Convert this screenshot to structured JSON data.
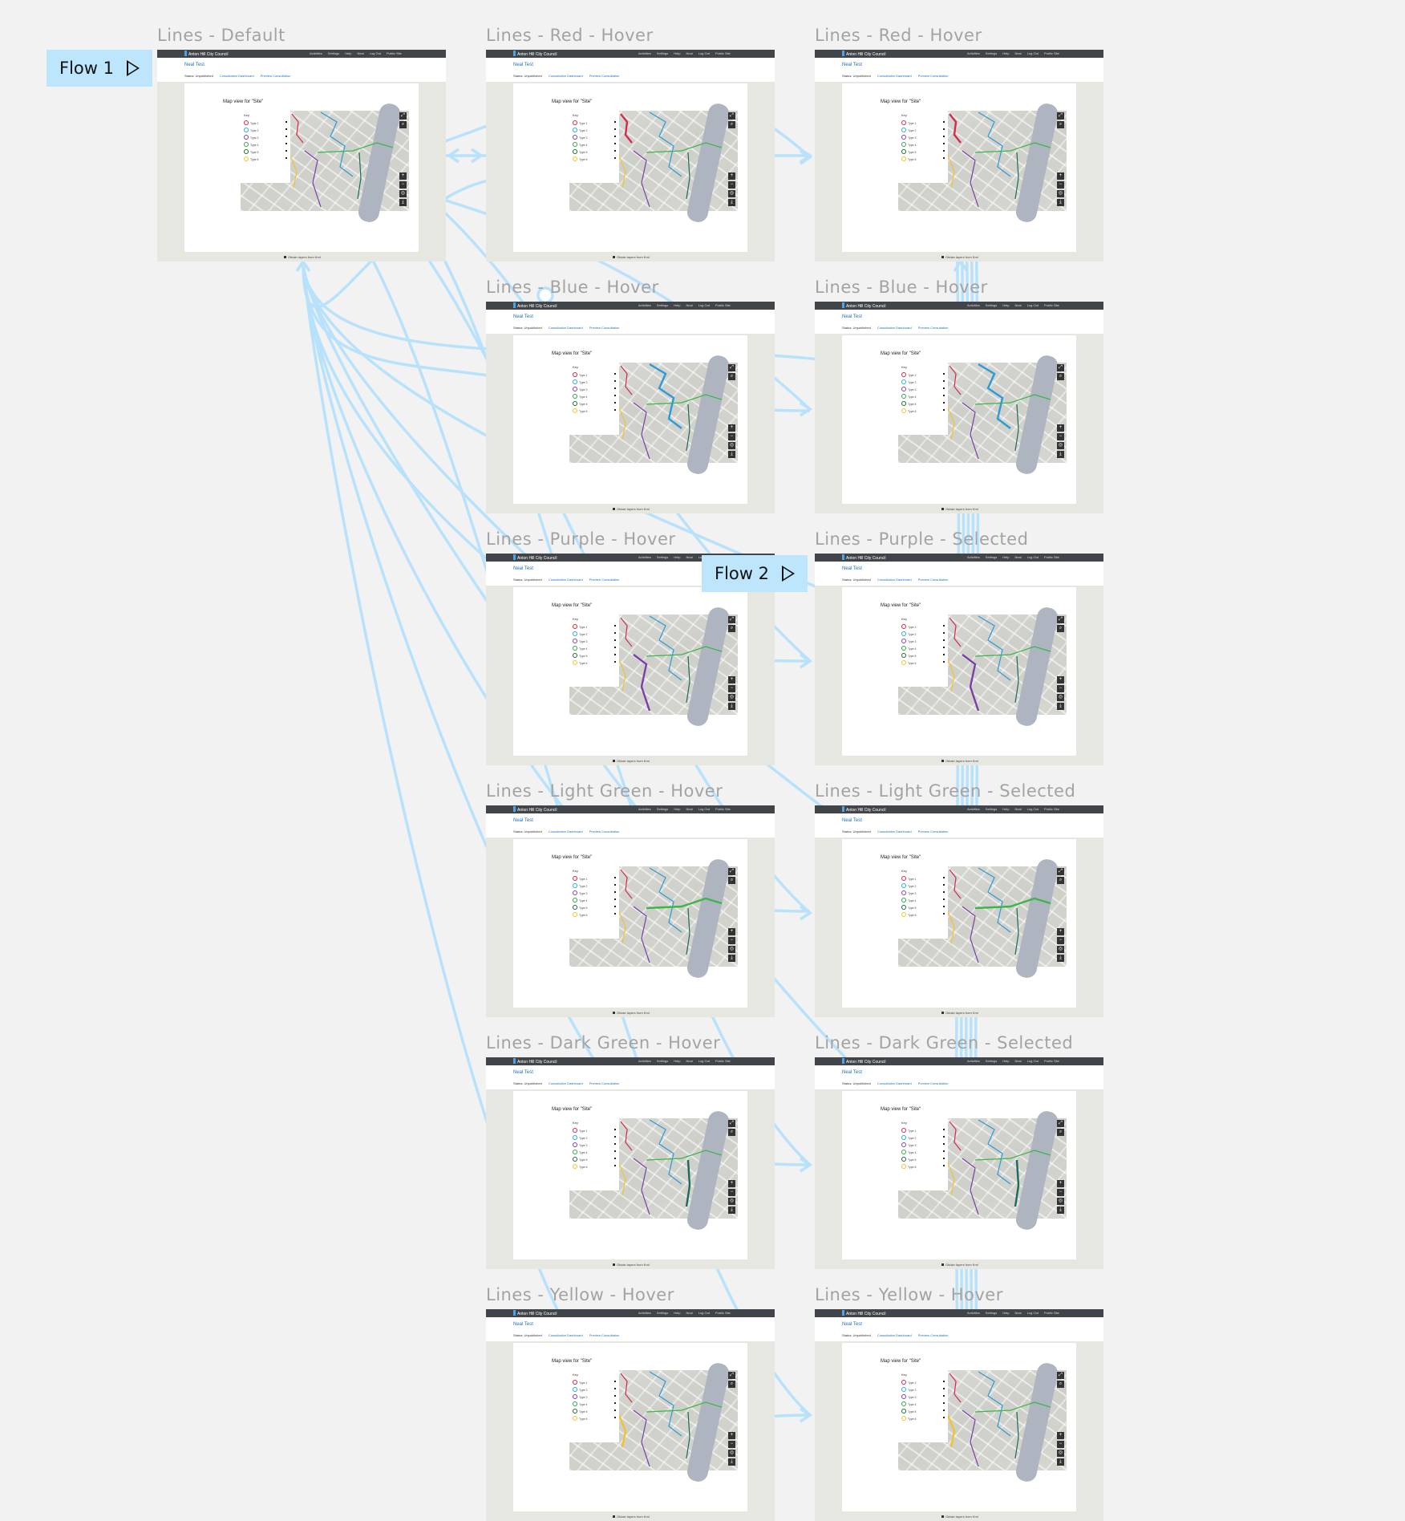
{
  "screen": {
    "brand": "Anton Hill City Council",
    "nav": [
      "Activities",
      "Settings",
      "Help",
      "Neal",
      "Log Out",
      "Public Site"
    ],
    "user_name": "Neal Test",
    "status_text": "Status: Unpublished",
    "links": [
      "Consultation Dashboard",
      "Preview Consultation"
    ],
    "map_title": "Map view for \"Site\"",
    "legend_title": "Key",
    "legend_items": [
      "Type 1",
      "Type 2",
      "Type 3",
      "Type 4",
      "Type 5",
      "Type 6"
    ],
    "footer": "Obtain layers from Kml"
  },
  "legend_colors": [
    "#d22b4b",
    "#2bb0d6",
    "#8b3fa3",
    "#2fa64a",
    "#1b6a3a",
    "#f1c232"
  ],
  "line_colors": {
    "red": "#d22b4b",
    "blue": "#2b9ad6",
    "purple": "#7a3fa8",
    "light_green": "#3cb54a",
    "dark_green": "#1b6a5a",
    "yellow": "#f1c232"
  },
  "connector_color": "#b8e2fb",
  "flows": [
    {
      "label": "Flow 1"
    },
    {
      "label": "Flow 2"
    }
  ],
  "frames": [
    {
      "title": "Lines - Default"
    },
    {
      "title": "Lines - Red - Hover"
    },
    {
      "title": "Lines - Red - Hover"
    },
    {
      "title": "Lines - Blue - Hover"
    },
    {
      "title": "Lines - Blue - Hover"
    },
    {
      "title": "Lines - Purple - Hover"
    },
    {
      "title": "Lines - Purple - Selected"
    },
    {
      "title": "Lines - Light Green - Hover"
    },
    {
      "title": "Lines - Light Green - Selected"
    },
    {
      "title": "Lines - Dark Green - Hover"
    },
    {
      "title": "Lines - Dark Green - Selected"
    },
    {
      "title": "Lines - Yellow - Hover"
    },
    {
      "title": "Lines - Yellow - Hover"
    }
  ]
}
